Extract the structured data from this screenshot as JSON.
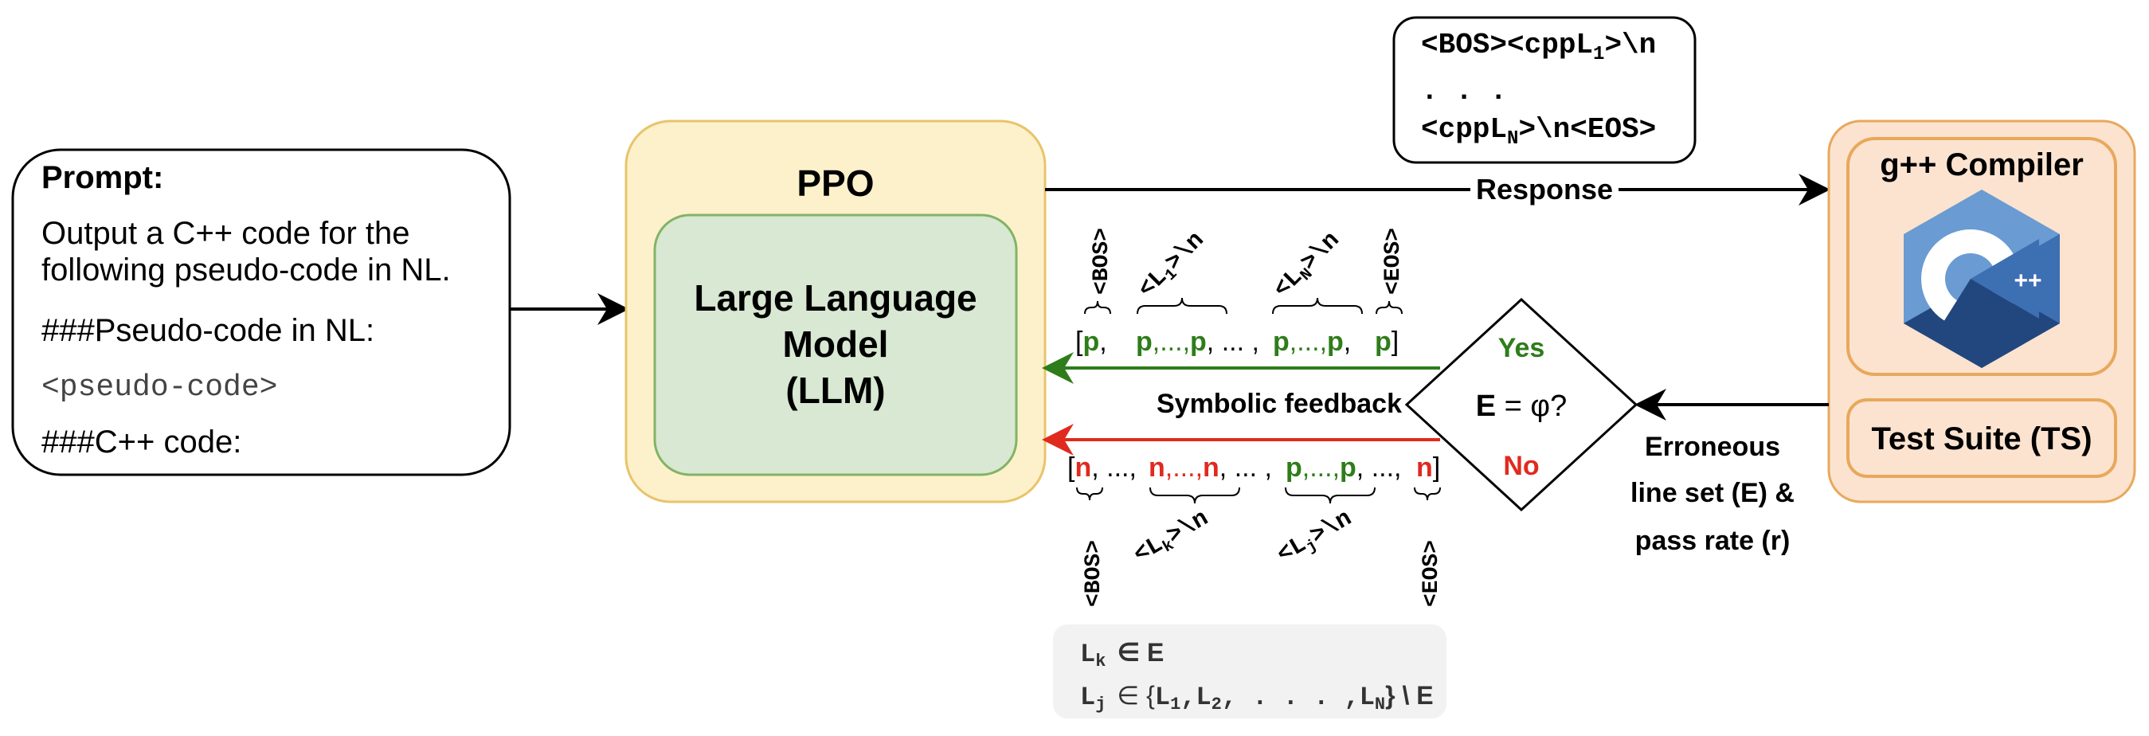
{
  "prompt_box": {
    "title": "Prompt:",
    "line1": "Output a C++ code for the",
    "line2": "following pseudo-code in NL.",
    "line3": "###Pseudo-code in NL:",
    "line4": "<pseudo-code>",
    "line5": "###C++ code:"
  },
  "ppo": {
    "title": "PPO",
    "llm_line1": "Large Language",
    "llm_line2": "Model",
    "llm_line3": "(LLM)"
  },
  "response_label": "Response",
  "response_format": {
    "line1": "<BOS><cppL",
    "line1_sub": "1",
    "line1_end": ">\\n",
    "line2": ". . .",
    "line3": "<cppL",
    "line3_sub": "N",
    "line3_end": ">\\n<EOS>"
  },
  "compiler_panel": {
    "compiler_label": "g++ Compiler",
    "logo_text": "C",
    "logo_plus": "++",
    "test_suite_label": "Test Suite (TS)"
  },
  "decision": {
    "yes_label": "Yes",
    "no_label": "No",
    "condition_prefix": "E",
    "condition_suffix": " = φ?"
  },
  "feedback_label": "Symbolic feedback",
  "erroneous_label": {
    "line1": "Erroneous",
    "line2": "line set (E) &",
    "line3": "pass rate (r)"
  },
  "token_labels": {
    "bos": "<BOS>",
    "eos": "<EOS>",
    "l1": "<L",
    "l1_sub": "1",
    "ln_sub": "N",
    "lk_sub": "k",
    "lj_sub": "j",
    "line_end": ">\\n"
  },
  "yes_sequence": {
    "open": "[",
    "p_first": "p",
    "comma": ",",
    "group1_start": "p",
    "group1_dots": ",...,",
    "group1_end": "p",
    "mid_dots": ", ... ,",
    "group2_start": "p",
    "group2_dots": ",...,",
    "group2_end": "p",
    "comma2": ",",
    "p_last": "p",
    "close": "]"
  },
  "no_sequence": {
    "open": "[",
    "n_first": "n",
    "dots1": ", ...,",
    "group1_start": "n",
    "group1_dots": ",...,",
    "group1_end": "n",
    "dots2": ", ... ,",
    "group2_start": "p",
    "group2_dots": ",...,",
    "group2_end": "p",
    "dots3": ", ...,",
    "n_last": "n",
    "close": "]"
  },
  "legend": {
    "lk": "L",
    "lk_sub": "k",
    "lk_rel": "∈ E",
    "lj": "L",
    "lj_sub": "j",
    "lj_rel": "∈ {",
    "lj_set": "L",
    "set_sub1": "1",
    "set_sub2": "2",
    "set_subn": "N",
    "set_middle": ", . . . ,",
    "lj_close": "} \\ E"
  },
  "colors": {
    "ppo_fill": "#fdf1cc",
    "ppo_stroke": "#e8c46a",
    "llm_fill": "#d8e8d2",
    "llm_stroke": "#82b366",
    "compiler_panel_fill": "#fbe3cf",
    "compiler_panel_stroke": "#e8a85c",
    "green": "#2e7d1a",
    "red": "#e02a1f",
    "legend_fill": "#f2f2f2",
    "cpp_logo_light": "#6a9bd2",
    "cpp_logo_dark": "#22477f"
  }
}
